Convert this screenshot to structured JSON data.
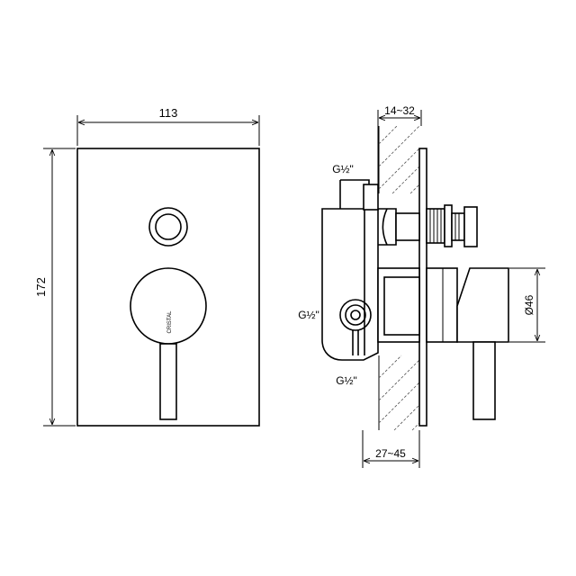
{
  "front_view": {
    "width_label": "113",
    "height_label": "172",
    "brand_mark": "CRISTAL"
  },
  "side_view": {
    "wall_range_top": "14~32",
    "wall_range_bottom": "27~45",
    "handle_diameter": "Ø46",
    "port_top": "G½\"",
    "port_middle": "G½\"",
    "port_bottom": "G½\""
  }
}
